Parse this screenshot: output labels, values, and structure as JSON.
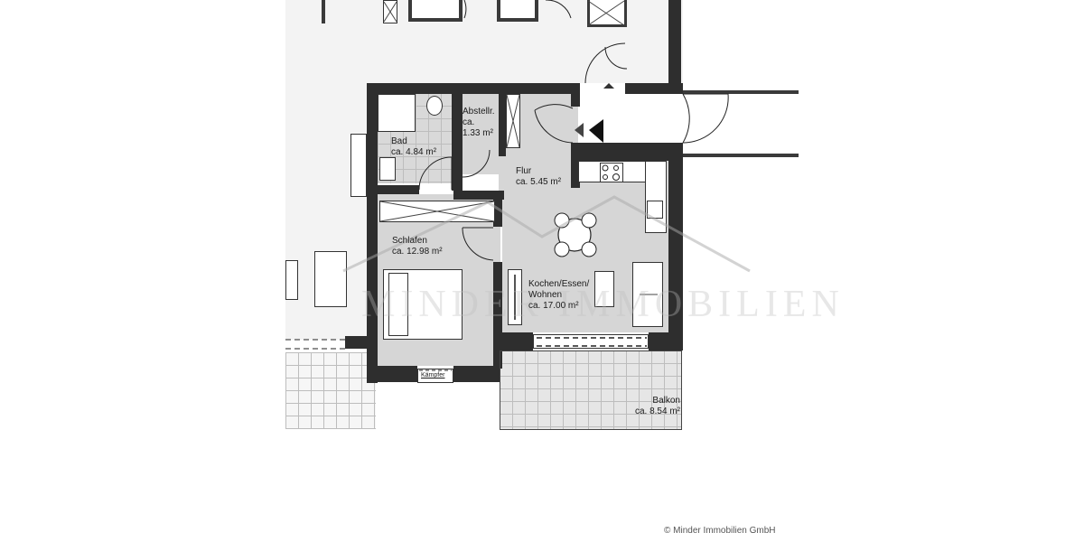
{
  "plan": {
    "rooms": [
      {
        "id": "bad",
        "name": "Bad",
        "area": "ca. 4.84 m²"
      },
      {
        "id": "abstell",
        "name": "Abstellr.",
        "area_line1": "ca.",
        "area_line2": "1.33 m²"
      },
      {
        "id": "flur",
        "name": "Flur",
        "area": "ca. 5.45 m²"
      },
      {
        "id": "schlafen",
        "name": "Schlafen",
        "area": "ca. 12.98 m²"
      },
      {
        "id": "kochen",
        "name_line1": "Kochen/Essen/",
        "name_line2": "Wohnen",
        "area": "ca. 17.00 m²"
      },
      {
        "id": "balkon",
        "name": "Balkon",
        "area": "ca. 8.54 m²"
      }
    ],
    "window_label": "Kämpfer",
    "watermark": "MINDER IMMOBILIEN",
    "colors": {
      "wall": "#2e2e2e",
      "room_fill": "#d6d6d6",
      "exterior_fill": "#f2f2f2",
      "line": "#333333"
    }
  },
  "footer": {
    "copyright": "© Minder Immobilien GmbH"
  }
}
